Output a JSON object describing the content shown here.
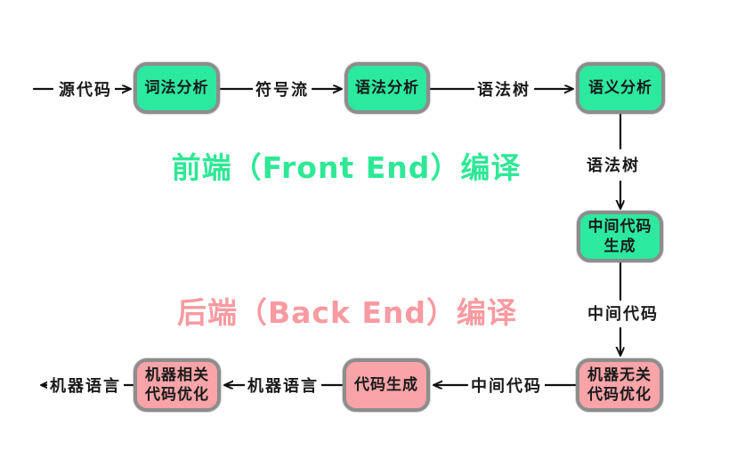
{
  "titles": {
    "front_end": {
      "text": "前端（Front End）编译",
      "color": "#2ee896"
    },
    "back_end": {
      "text": "后端（Back End）编译",
      "color": "#f89aa1"
    }
  },
  "palette": {
    "front_node_fill": "#2ce9a0",
    "back_node_fill": "#f8a4a8",
    "node_border": "#8d8d8d",
    "connector": "#111111",
    "background": "#ffffff"
  },
  "nodes": {
    "lexical": {
      "label": "词法分析"
    },
    "syntax": {
      "label": "语法分析"
    },
    "semantic": {
      "label": "语义分析"
    },
    "ir_generation": {
      "label": "中间代码\n生成"
    },
    "machine_independent_opt": {
      "label": "机器无关\n代码优化"
    },
    "code_generation": {
      "label": "代码生成"
    },
    "machine_dependent_opt": {
      "label": "机器相关\n代码优化"
    }
  },
  "edge_labels": {
    "source_code": "源代码",
    "token_stream": "符号流",
    "syntax_tree_top": "语法树",
    "syntax_tree_right": "语法树",
    "intermediate_code_right": "中间代码",
    "intermediate_code_bottom": "中间代码",
    "machine_language_mid": "机器语言",
    "machine_language_out": "机器语言"
  }
}
